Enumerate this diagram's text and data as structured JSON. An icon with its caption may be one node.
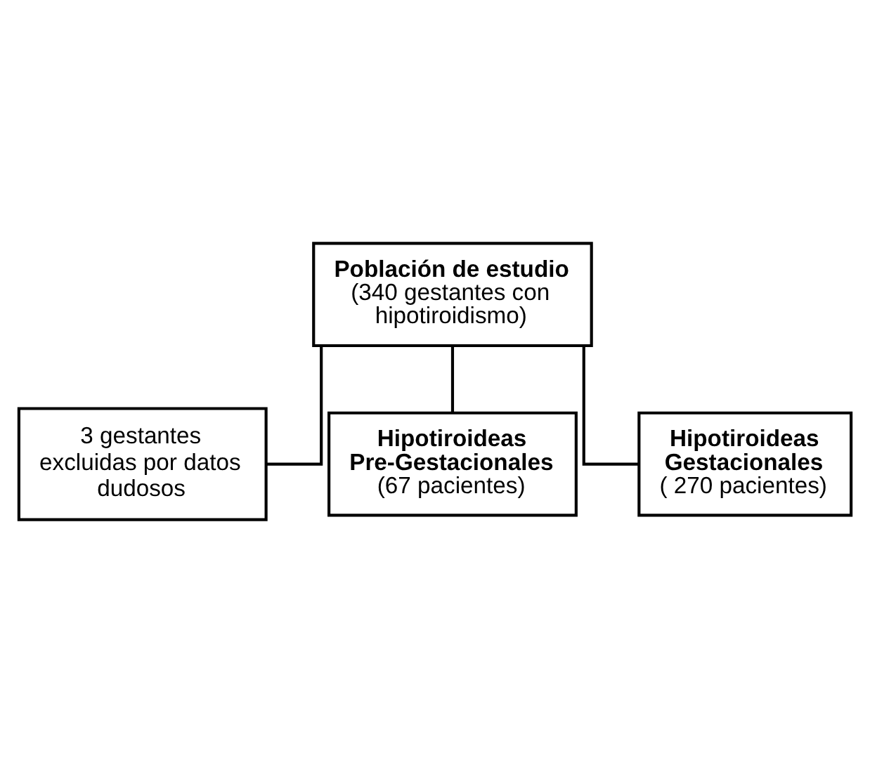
{
  "diagram": {
    "nodes": [
      {
        "text": [
          "Población de estudio",
          "(340 gestantes con hipotiroidismo)"
        ]
      },
      {
        "text": [
          "3 gestantes excluidas por datos dudosos"
        ]
      },
      {
        "text": [
          "Hipotiroideas Pre-Gestacionales",
          "(67 pacientes)"
        ]
      },
      {
        "text": [
          "Hipotiroideas Gestacionales",
          "( 270 pacientes)"
        ]
      }
    ],
    "edges": [
      {
        "from": 0,
        "to": 1,
        "arrow": "none"
      },
      {
        "from": 0,
        "to": 2,
        "arrow": "none"
      },
      {
        "from": 0,
        "to": 3,
        "arrow": "none"
      }
    ]
  }
}
